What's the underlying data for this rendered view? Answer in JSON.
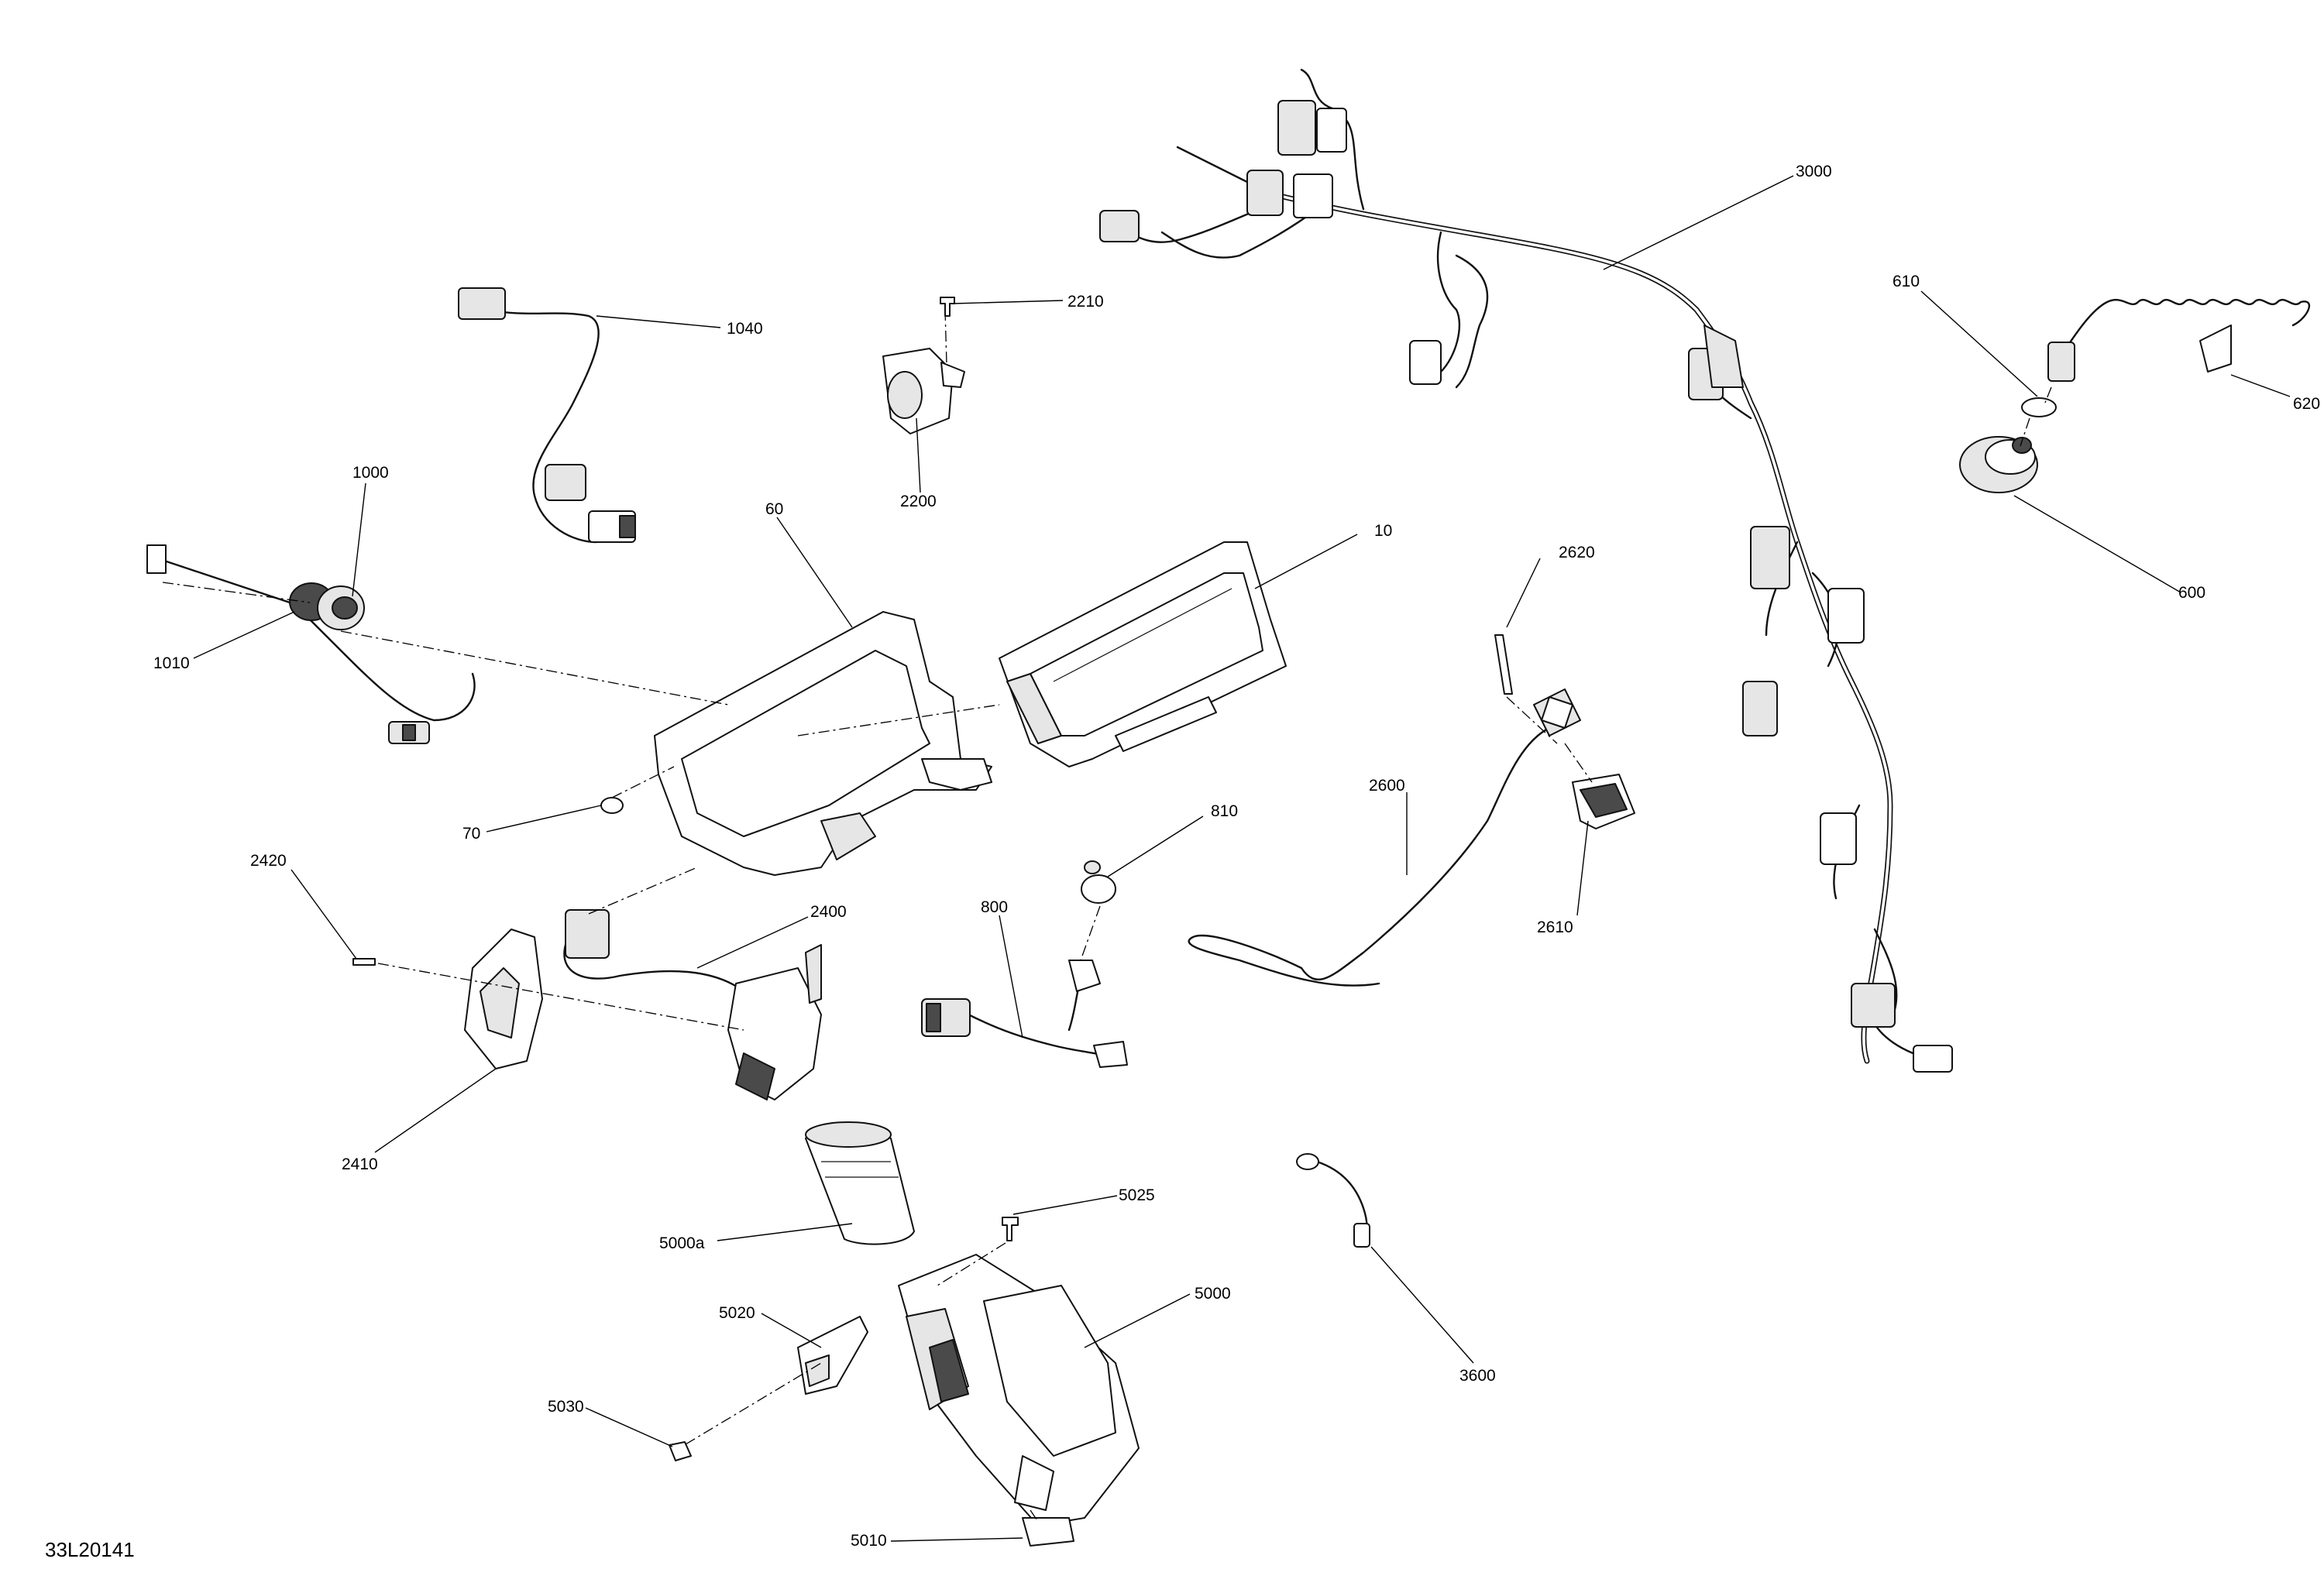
{
  "figure_id": "33L20141",
  "callouts": [
    {
      "id": "3000",
      "text": "3000"
    },
    {
      "id": "1040",
      "text": "1040"
    },
    {
      "id": "2210",
      "text": "2210"
    },
    {
      "id": "2200",
      "text": "2200"
    },
    {
      "id": "610",
      "text": "610"
    },
    {
      "id": "620",
      "text": "620"
    },
    {
      "id": "600",
      "text": "600"
    },
    {
      "id": "1000",
      "text": "1000"
    },
    {
      "id": "1010",
      "text": "1010"
    },
    {
      "id": "60",
      "text": "60"
    },
    {
      "id": "10",
      "text": "10"
    },
    {
      "id": "2620",
      "text": "2620"
    },
    {
      "id": "70",
      "text": "70"
    },
    {
      "id": "810",
      "text": "810"
    },
    {
      "id": "2600",
      "text": "2600"
    },
    {
      "id": "2610",
      "text": "2610"
    },
    {
      "id": "2420",
      "text": "2420"
    },
    {
      "id": "2400",
      "text": "2400"
    },
    {
      "id": "800",
      "text": "800"
    },
    {
      "id": "2410",
      "text": "2410"
    },
    {
      "id": "5025",
      "text": "5025"
    },
    {
      "id": "5000a",
      "text": "5000a"
    },
    {
      "id": "5000",
      "text": "5000"
    },
    {
      "id": "5020",
      "text": "5020"
    },
    {
      "id": "3600",
      "text": "3600"
    },
    {
      "id": "5030",
      "text": "5030"
    },
    {
      "id": "5010",
      "text": "5010"
    }
  ]
}
